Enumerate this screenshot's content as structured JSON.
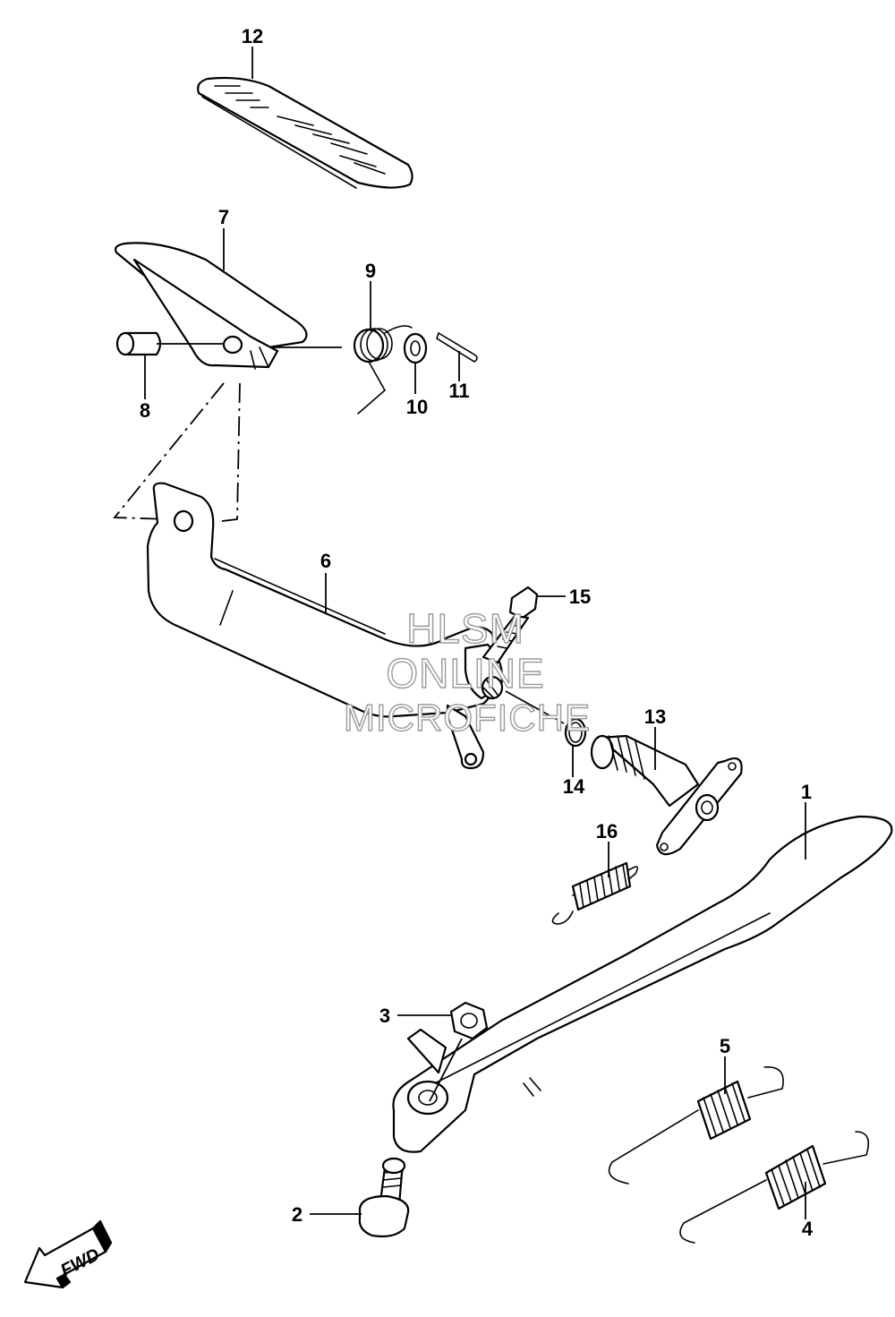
{
  "callouts": {
    "c1": "1",
    "c2": "2",
    "c3": "3",
    "c4": "4",
    "c5": "5",
    "c6": "6",
    "c7": "7",
    "c8": "8",
    "c9": "9",
    "c10": "10",
    "c11": "11",
    "c12": "12",
    "c13": "13",
    "c14": "14",
    "c15": "15",
    "c16": "16"
  },
  "watermark": {
    "line1": "HLSM",
    "line2": "ONLINE",
    "line3": "MICROFICHE"
  },
  "fwd_label": "FWD"
}
